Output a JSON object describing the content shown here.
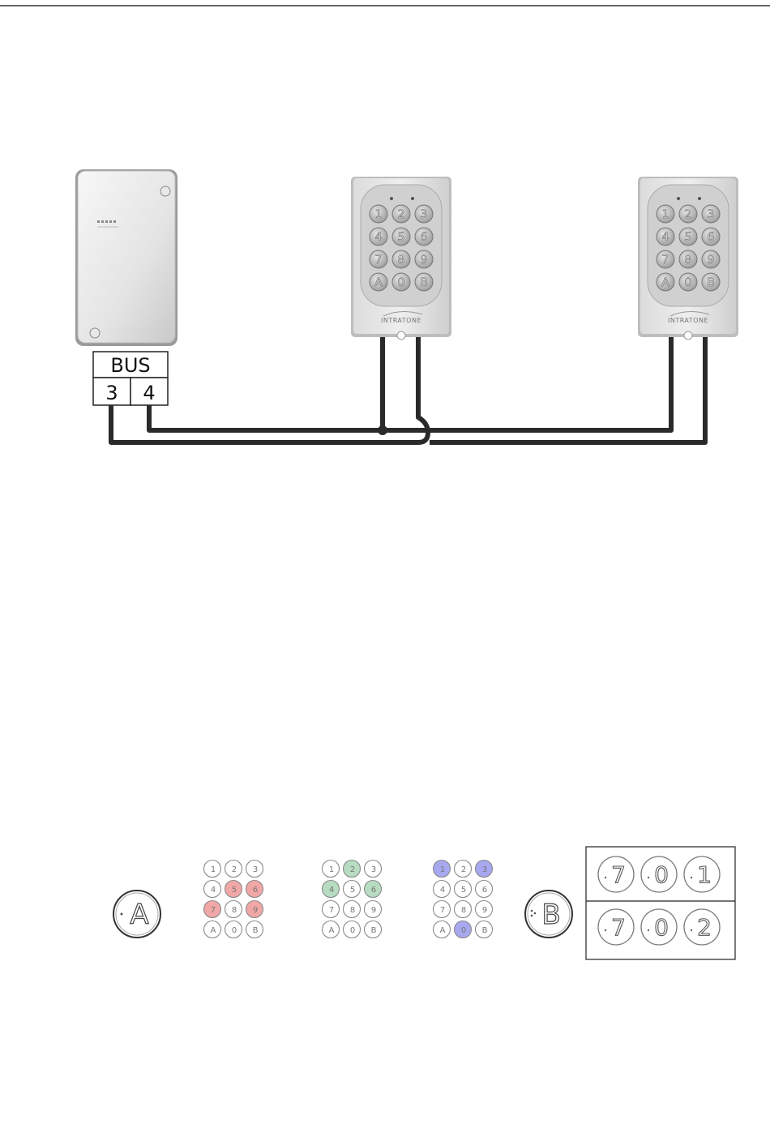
{
  "header_rule": true,
  "bus_block": {
    "label": "BUS",
    "terminals": [
      "3",
      "4"
    ]
  },
  "keypad_keys": [
    "1",
    "2",
    "3",
    "4",
    "5",
    "6",
    "7",
    "8",
    "9",
    "A",
    "0",
    "B"
  ],
  "reader_logo": "INTRATONE",
  "colors": {
    "cable": "#2a2a2a",
    "red_key": "#f2a7a7",
    "green_key": "#b7dcc2",
    "blue_key": "#a8a8f0",
    "key_ring": "#7d7d7d"
  },
  "button_a": "A",
  "button_b": "B",
  "mini_keypads": [
    {
      "highlight": [
        "5",
        "7",
        "9",
        "6"
      ],
      "color": "red_key"
    },
    {
      "highlight": [
        "2",
        "4",
        "6"
      ],
      "color": "green_key"
    },
    {
      "highlight": [
        "1",
        "3",
        "0"
      ],
      "color": "blue_key"
    }
  ],
  "code_rows": [
    [
      "7",
      "0",
      "1"
    ],
    [
      "7",
      "0",
      "2"
    ]
  ]
}
